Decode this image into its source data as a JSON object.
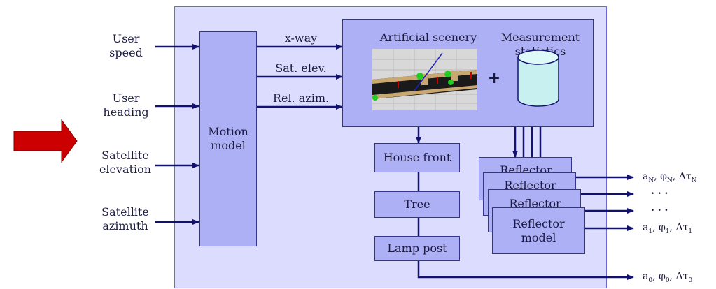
{
  "inputs": {
    "user_speed": [
      "User",
      "speed"
    ],
    "user_heading": [
      "User",
      "heading"
    ],
    "sat_elevation": [
      "Satellite",
      "elevation"
    ],
    "sat_azimuth": [
      "Satellite",
      "azimuth"
    ]
  },
  "motion_model": [
    "Motion",
    "model"
  ],
  "signals": {
    "x_way": "x-way",
    "sat_elev": "Sat. elev.",
    "rel_azim": "Rel. azim."
  },
  "scenery": {
    "artificial_scenery": "Artificial scenery",
    "measurement": [
      "Measurement",
      "statistics"
    ],
    "plus": "+"
  },
  "obstacles": {
    "house_front": "House front",
    "tree": "Tree",
    "lamp_post": "Lamp post"
  },
  "reflector": {
    "stack_label": "Reflector",
    "model": [
      "Reflector",
      "model"
    ]
  },
  "outputs": {
    "n": {
      "a": "a",
      "a_sub": "N",
      "phi": "φ",
      "phi_sub": "N",
      "tau": "Δτ",
      "tau_sub": "N"
    },
    "dots": ".    .    .",
    "one": {
      "a": "a",
      "a_sub": "1",
      "phi": "φ",
      "phi_sub": "1",
      "tau": "Δτ",
      "tau_sub": "1"
    },
    "zero": {
      "a": "a",
      "a_sub": "0",
      "phi": "φ",
      "phi_sub": "0",
      "tau": "Δτ",
      "tau_sub": "0"
    }
  },
  "colors": {
    "arrow_red": "#cc0000",
    "line": "#12126e",
    "box": "#aeb0f5",
    "panel": "#dcdcff"
  }
}
